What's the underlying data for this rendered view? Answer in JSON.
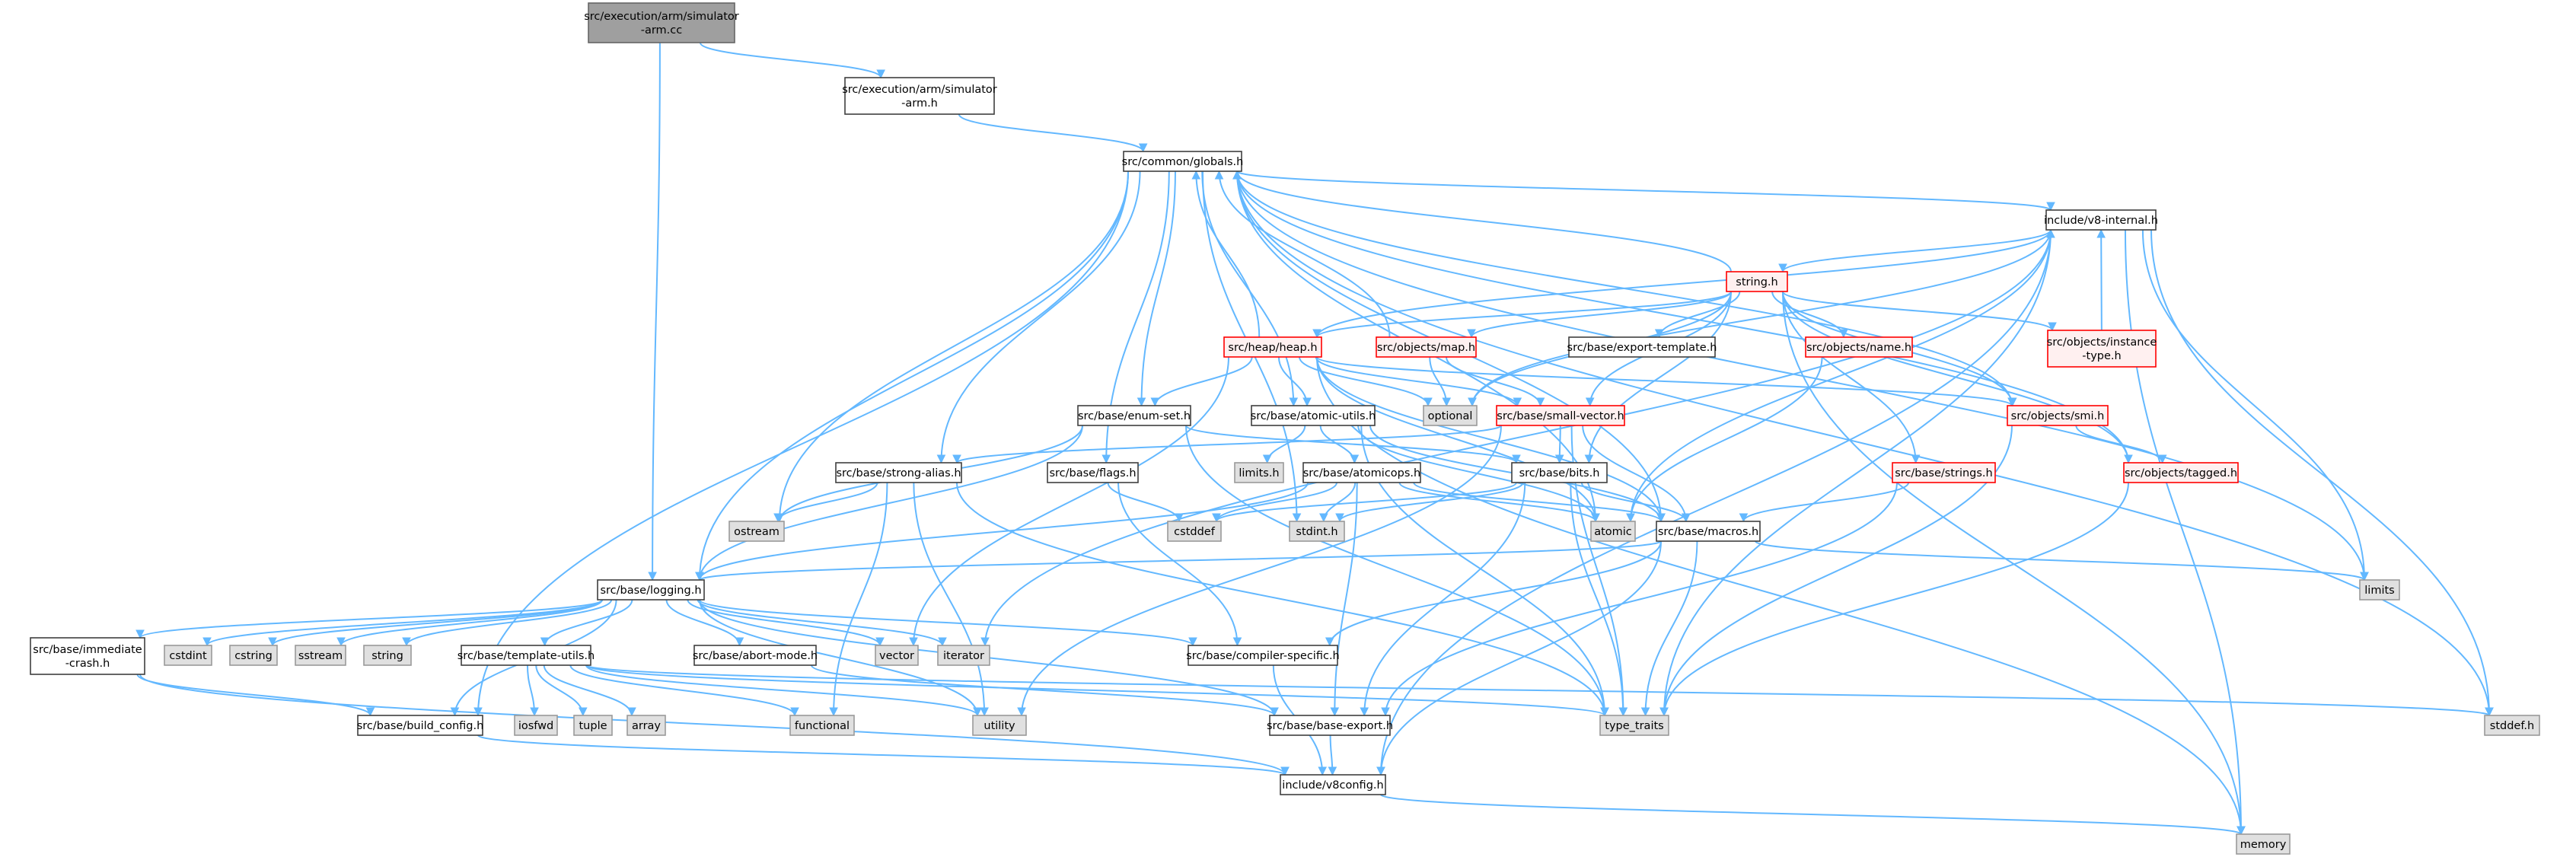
{
  "colors": {
    "edge": "#63b8ff",
    "normal_fill": "#ffffff",
    "normal_stroke": "#3f3f3f",
    "system_fill": "#e0e0e0",
    "system_stroke": "#999999",
    "truncated_fill": "#fff0f0",
    "truncated_stroke": "#ff0000",
    "root_fill": "#9f9f9f",
    "root_stroke": "#666666"
  },
  "nodes": [
    {
      "id": "sim_cc",
      "kind": "root",
      "lines": [
        "src/execution/arm/simulator",
        "-arm.cc"
      ]
    },
    {
      "id": "sim_h",
      "kind": "normal",
      "lines": [
        "src/execution/arm/simulator",
        "-arm.h"
      ]
    },
    {
      "id": "globals",
      "kind": "normal",
      "lines": [
        "src/common/globals.h"
      ]
    },
    {
      "id": "v8internal",
      "kind": "normal",
      "lines": [
        "include/v8-internal.h"
      ]
    },
    {
      "id": "string_h",
      "kind": "truncated",
      "lines": [
        "string.h"
      ]
    },
    {
      "id": "heap",
      "kind": "truncated",
      "lines": [
        "src/heap/heap.h"
      ]
    },
    {
      "id": "objmap",
      "kind": "truncated",
      "lines": [
        "src/objects/map.h"
      ]
    },
    {
      "id": "exporttpl",
      "kind": "normal",
      "lines": [
        "src/base/export-template.h"
      ]
    },
    {
      "id": "objname",
      "kind": "truncated",
      "lines": [
        "src/objects/name.h"
      ]
    },
    {
      "id": "insttype",
      "kind": "truncated",
      "lines": [
        "src/objects/instance",
        "-type.h"
      ]
    },
    {
      "id": "enumset",
      "kind": "normal",
      "lines": [
        "src/base/enum-set.h"
      ]
    },
    {
      "id": "atomicutils",
      "kind": "normal",
      "lines": [
        "src/base/atomic-utils.h"
      ]
    },
    {
      "id": "optional",
      "kind": "system",
      "lines": [
        "optional"
      ]
    },
    {
      "id": "smallvec",
      "kind": "truncated",
      "lines": [
        "src/base/small-vector.h"
      ]
    },
    {
      "id": "smi",
      "kind": "truncated",
      "lines": [
        "src/objects/smi.h"
      ]
    },
    {
      "id": "stralias",
      "kind": "normal",
      "lines": [
        "src/base/strong-alias.h"
      ]
    },
    {
      "id": "flags",
      "kind": "normal",
      "lines": [
        "src/base/flags.h"
      ]
    },
    {
      "id": "limits_h",
      "kind": "system",
      "lines": [
        "limits.h"
      ]
    },
    {
      "id": "atomicops",
      "kind": "normal",
      "lines": [
        "src/base/atomicops.h"
      ]
    },
    {
      "id": "bits",
      "kind": "normal",
      "lines": [
        "src/base/bits.h"
      ]
    },
    {
      "id": "strings",
      "kind": "truncated",
      "lines": [
        "src/base/strings.h"
      ]
    },
    {
      "id": "tagged",
      "kind": "truncated",
      "lines": [
        "src/objects/tagged.h"
      ]
    },
    {
      "id": "ostream",
      "kind": "system",
      "lines": [
        "ostream"
      ]
    },
    {
      "id": "cstddef",
      "kind": "system",
      "lines": [
        "cstddef"
      ]
    },
    {
      "id": "stdint",
      "kind": "system",
      "lines": [
        "stdint.h"
      ]
    },
    {
      "id": "atomic",
      "kind": "system",
      "lines": [
        "atomic"
      ]
    },
    {
      "id": "macros",
      "kind": "normal",
      "lines": [
        "src/base/macros.h"
      ]
    },
    {
      "id": "logging",
      "kind": "normal",
      "lines": [
        "src/base/logging.h"
      ]
    },
    {
      "id": "limits",
      "kind": "system",
      "lines": [
        "limits"
      ]
    },
    {
      "id": "immcrash",
      "kind": "normal",
      "lines": [
        "src/base/immediate",
        "-crash.h"
      ]
    },
    {
      "id": "cstdint",
      "kind": "system",
      "lines": [
        "cstdint"
      ]
    },
    {
      "id": "cstring",
      "kind": "system",
      "lines": [
        "cstring"
      ]
    },
    {
      "id": "sstream",
      "kind": "system",
      "lines": [
        "sstream"
      ]
    },
    {
      "id": "string",
      "kind": "system",
      "lines": [
        "string"
      ]
    },
    {
      "id": "tplutils",
      "kind": "normal",
      "lines": [
        "src/base/template-utils.h"
      ]
    },
    {
      "id": "abortmode",
      "kind": "normal",
      "lines": [
        "src/base/abort-mode.h"
      ]
    },
    {
      "id": "vector",
      "kind": "system",
      "lines": [
        "vector"
      ]
    },
    {
      "id": "iterator",
      "kind": "system",
      "lines": [
        "iterator"
      ]
    },
    {
      "id": "compspec",
      "kind": "normal",
      "lines": [
        "src/base/compiler-specific.h"
      ]
    },
    {
      "id": "iosfwd",
      "kind": "system",
      "lines": [
        "iosfwd"
      ]
    },
    {
      "id": "tuple",
      "kind": "system",
      "lines": [
        "tuple"
      ]
    },
    {
      "id": "array",
      "kind": "system",
      "lines": [
        "array"
      ]
    },
    {
      "id": "functional",
      "kind": "system",
      "lines": [
        "functional"
      ]
    },
    {
      "id": "utility",
      "kind": "system",
      "lines": [
        "utility"
      ]
    },
    {
      "id": "typetraits",
      "kind": "system",
      "lines": [
        "type_traits"
      ]
    },
    {
      "id": "stddef",
      "kind": "system",
      "lines": [
        "stddef.h"
      ]
    },
    {
      "id": "buildconfig",
      "kind": "normal",
      "lines": [
        "src/base/build_config.h"
      ]
    },
    {
      "id": "baseexport",
      "kind": "normal",
      "lines": [
        "src/base/base-export.h"
      ]
    },
    {
      "id": "v8config",
      "kind": "normal",
      "lines": [
        "include/v8config.h"
      ]
    },
    {
      "id": "memory",
      "kind": "system",
      "lines": [
        "memory"
      ]
    }
  ],
  "edges": [
    [
      "sim_cc",
      "sim_h"
    ],
    [
      "sim_cc",
      "logging"
    ],
    [
      "sim_h",
      "globals"
    ],
    [
      "globals",
      "v8internal"
    ],
    [
      "globals",
      "logging"
    ],
    [
      "globals",
      "ostream"
    ],
    [
      "globals",
      "enumset"
    ],
    [
      "globals",
      "stralias"
    ],
    [
      "globals",
      "flags"
    ],
    [
      "globals",
      "atomicutils"
    ],
    [
      "globals",
      "stdint"
    ],
    [
      "globals",
      "buildconfig"
    ],
    [
      "globals",
      "limits"
    ],
    [
      "globals",
      "stddef"
    ],
    [
      "globals",
      "atomic"
    ],
    [
      "globals",
      "macros"
    ],
    [
      "v8internal",
      "string_h"
    ],
    [
      "v8internal",
      "iterator"
    ],
    [
      "v8internal",
      "memory"
    ],
    [
      "v8internal",
      "optional"
    ],
    [
      "v8internal",
      "typetraits"
    ],
    [
      "v8internal",
      "limits"
    ],
    [
      "v8internal",
      "stddef"
    ],
    [
      "v8internal",
      "v8config"
    ],
    [
      "v8internal",
      "atomic"
    ],
    [
      "string_h",
      "globals"
    ],
    [
      "string_h",
      "heap"
    ],
    [
      "string_h",
      "objmap"
    ],
    [
      "string_h",
      "exporttpl"
    ],
    [
      "string_h",
      "objname"
    ],
    [
      "string_h",
      "insttype"
    ],
    [
      "string_h",
      "smi"
    ],
    [
      "string_h",
      "tagged"
    ],
    [
      "string_h",
      "strings"
    ],
    [
      "string_h",
      "smallvec"
    ],
    [
      "string_h",
      "optional"
    ],
    [
      "string_h",
      "memory"
    ],
    [
      "string_h",
      "bits"
    ],
    [
      "heap",
      "globals"
    ],
    [
      "heap",
      "v8internal"
    ],
    [
      "heap",
      "enumset"
    ],
    [
      "heap",
      "atomicutils"
    ],
    [
      "heap",
      "optional"
    ],
    [
      "heap",
      "smallvec"
    ],
    [
      "heap",
      "smi"
    ],
    [
      "heap",
      "vector"
    ],
    [
      "heap",
      "atomic"
    ],
    [
      "heap",
      "memory"
    ],
    [
      "heap",
      "macros"
    ],
    [
      "objmap",
      "globals"
    ],
    [
      "objmap",
      "optional"
    ],
    [
      "objmap",
      "smallvec"
    ],
    [
      "objname",
      "atomic"
    ],
    [
      "insttype",
      "v8internal"
    ],
    [
      "enumset",
      "ostream"
    ],
    [
      "enumset",
      "bits"
    ],
    [
      "enumset",
      "logging"
    ],
    [
      "enumset",
      "typetraits"
    ],
    [
      "atomicutils",
      "limits_h"
    ],
    [
      "atomicutils",
      "atomicops"
    ],
    [
      "atomicutils",
      "typetraits"
    ],
    [
      "atomicutils",
      "atomic"
    ],
    [
      "atomicutils",
      "macros"
    ],
    [
      "smallvec",
      "bits"
    ],
    [
      "smallvec",
      "macros"
    ],
    [
      "smallvec",
      "utility"
    ],
    [
      "smallvec",
      "typetraits"
    ],
    [
      "smallvec",
      "stralias"
    ],
    [
      "smi",
      "globals"
    ],
    [
      "smi",
      "tagged"
    ],
    [
      "smi",
      "typetraits"
    ],
    [
      "stralias",
      "ostream"
    ],
    [
      "stralias",
      "typetraits"
    ],
    [
      "stralias",
      "utility"
    ],
    [
      "stralias",
      "functional"
    ],
    [
      "flags",
      "cstddef"
    ],
    [
      "flags",
      "compspec"
    ],
    [
      "atomicops",
      "cstddef"
    ],
    [
      "atomicops",
      "stdint"
    ],
    [
      "atomicops",
      "atomic"
    ],
    [
      "atomicops",
      "logging"
    ],
    [
      "atomicops",
      "baseexport"
    ],
    [
      "atomicops",
      "macros"
    ],
    [
      "bits",
      "stdint"
    ],
    [
      "bits",
      "macros"
    ],
    [
      "bits",
      "typetraits"
    ],
    [
      "bits",
      "baseexport"
    ],
    [
      "bits",
      "cstddef"
    ],
    [
      "strings",
      "macros"
    ],
    [
      "strings",
      "baseexport"
    ],
    [
      "tagged",
      "globals"
    ],
    [
      "tagged",
      "typetraits"
    ],
    [
      "macros",
      "limits"
    ],
    [
      "macros",
      "typetraits"
    ],
    [
      "macros",
      "logging"
    ],
    [
      "macros",
      "compspec"
    ],
    [
      "macros",
      "v8config"
    ],
    [
      "logging",
      "immcrash"
    ],
    [
      "logging",
      "cstdint"
    ],
    [
      "logging",
      "cstring"
    ],
    [
      "logging",
      "sstream"
    ],
    [
      "logging",
      "string"
    ],
    [
      "logging",
      "tplutils"
    ],
    [
      "logging",
      "abortmode"
    ],
    [
      "logging",
      "vector"
    ],
    [
      "logging",
      "iterator"
    ],
    [
      "logging",
      "compspec"
    ],
    [
      "logging",
      "buildconfig"
    ],
    [
      "logging",
      "baseexport"
    ],
    [
      "logging",
      "utility"
    ],
    [
      "immcrash",
      "buildconfig"
    ],
    [
      "immcrash",
      "v8config"
    ],
    [
      "tplutils",
      "iosfwd"
    ],
    [
      "tplutils",
      "tuple"
    ],
    [
      "tplutils",
      "array"
    ],
    [
      "tplutils",
      "functional"
    ],
    [
      "tplutils",
      "utility"
    ],
    [
      "tplutils",
      "typetraits"
    ],
    [
      "tplutils",
      "stddef"
    ],
    [
      "abortmode",
      "baseexport"
    ],
    [
      "compspec",
      "v8config"
    ],
    [
      "buildconfig",
      "v8config"
    ],
    [
      "baseexport",
      "v8config"
    ],
    [
      "v8config",
      "memory"
    ]
  ]
}
